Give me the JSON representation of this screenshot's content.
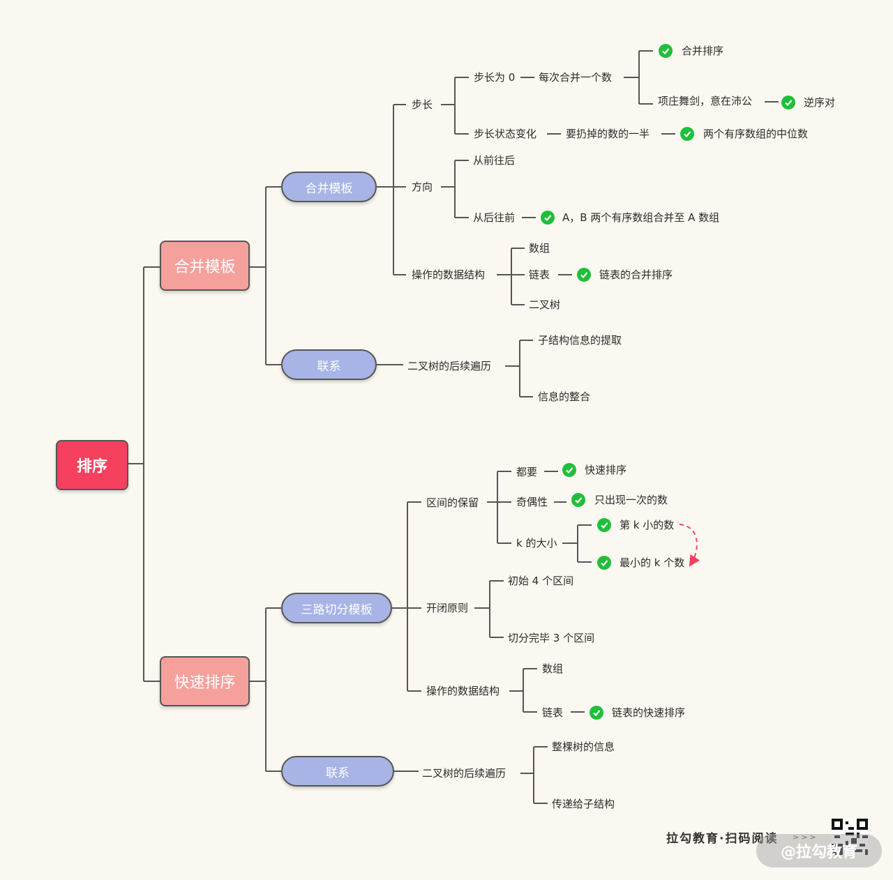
{
  "colors": {
    "root": "#f5405e",
    "level1": "#f6a09c",
    "level2": "#a7b4e5",
    "check": "#1fbf3a",
    "line": "#555555",
    "dashed_arrow": "#f5405e"
  },
  "root": "排序",
  "merge": {
    "title": "合并模板",
    "template": "合并模板",
    "step": "步长",
    "step_zero": "步长为 0",
    "merge_each": "每次合并一个数",
    "merge_sort": "合并排序",
    "xiangzhuang": "项庄舞剑，意在沛公",
    "inversion": "逆序对",
    "step_change": "步长状态变化",
    "discard_half": "要扔掉的数的一半",
    "median": "两个有序数组的中位数",
    "direction": "方向",
    "front_to_back": "从前往后",
    "back_to_front": "从后往前",
    "ab_merge": "A，B 两个有序数组合并至 A 数组",
    "ds": "操作的数据结构",
    "array": "数组",
    "linked_list": "链表",
    "linked_merge": "链表的合并排序",
    "binary_tree": "二叉树",
    "relation": "联系",
    "postorder": "二叉树的后续遍历",
    "sub_info": "子结构信息的提取",
    "info_merge": "信息的整合"
  },
  "quick": {
    "title": "快速排序",
    "template": "三路切分模板",
    "interval": "区间的保留",
    "all_need": "都要",
    "quicksort": "快速排序",
    "parity": "奇偶性",
    "appear_once": "只出现一次的数",
    "k_size": "k 的大小",
    "kth_small": "第 k 小的数",
    "k_smallest": "最小的 k 个数",
    "open_close": "开闭原则",
    "init_intervals": "初始 4 个区间",
    "after_split": "切分完毕 3 个区间",
    "ds": "操作的数据结构",
    "array": "数组",
    "linked_list": "链表",
    "linked_quick": "链表的快速排序",
    "relation": "联系",
    "postorder": "二叉树的后续遍历",
    "whole_tree": "整棵树的信息",
    "pass_sub": "传递给子结构"
  },
  "footer": {
    "brand": "拉勾教育·扫码阅读",
    "arrows": ">>>",
    "watermark": "@拉勾教育"
  }
}
